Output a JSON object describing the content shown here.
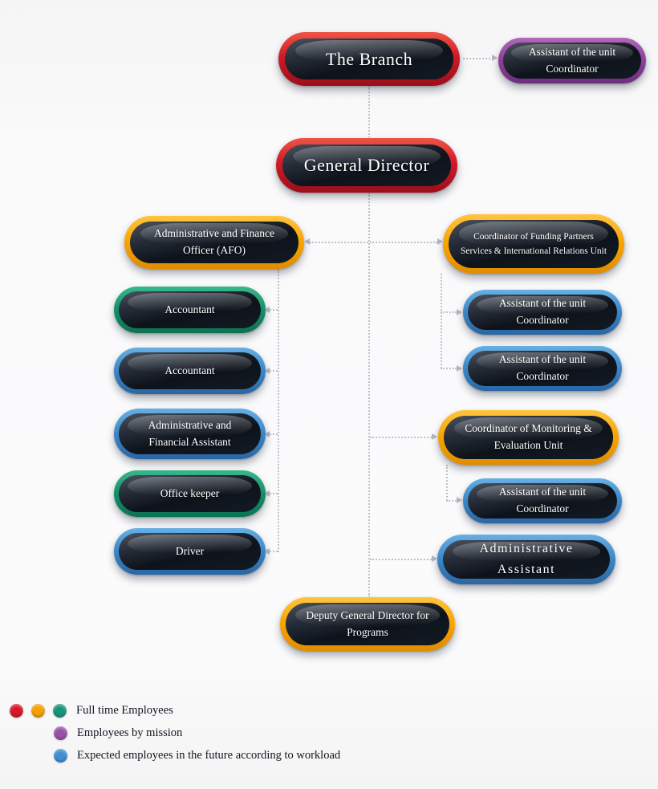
{
  "nodes": {
    "branch": {
      "label": "The Branch",
      "category": "full-time"
    },
    "assistant_branch": {
      "label": "Assistant of the unit Coordinator",
      "category": "by-mission"
    },
    "general_director": {
      "label": "General Director",
      "category": "full-time"
    },
    "afo": {
      "label": "Administrative and Finance Officer (AFO)",
      "category": "full-time"
    },
    "funding_coordinator": {
      "label": "Coordinator of Funding Partners Services & International Relations Unit",
      "category": "full-time"
    },
    "accountant_1": {
      "label": "Accountant",
      "category": "full-time"
    },
    "assistant_funding_1": {
      "label": "Assistant of the unit Coordinator",
      "category": "future"
    },
    "accountant_2": {
      "label": "Accountant",
      "category": "future"
    },
    "assistant_funding_2": {
      "label": "Assistant of the unit Coordinator",
      "category": "future"
    },
    "admin_financial_assistant": {
      "label": "Administrative and Financial Assistant",
      "category": "future"
    },
    "monitoring_coordinator": {
      "label": "Coordinator of Monitoring & Evaluation Unit",
      "category": "full-time"
    },
    "office_keeper": {
      "label": "Office keeper",
      "category": "full-time"
    },
    "assistant_monitoring": {
      "label": "Assistant of the unit Coordinator",
      "category": "future"
    },
    "driver": {
      "label": "Driver",
      "category": "future"
    },
    "administrative_assistant": {
      "label": "Administrative Assistant",
      "category": "future"
    },
    "deputy_general_director": {
      "label": "Deputy General Director for Programs",
      "category": "full-time"
    }
  },
  "legend": {
    "items": [
      {
        "label": "Full time Employees",
        "colors": [
          "#d7182a",
          "#f5a100",
          "#16967b"
        ]
      },
      {
        "label": "Employees by mission",
        "colors": [
          "#9b51a8"
        ]
      },
      {
        "label": "Expected employees in the future according to workload",
        "colors": [
          "#3f8fd2"
        ]
      }
    ]
  }
}
